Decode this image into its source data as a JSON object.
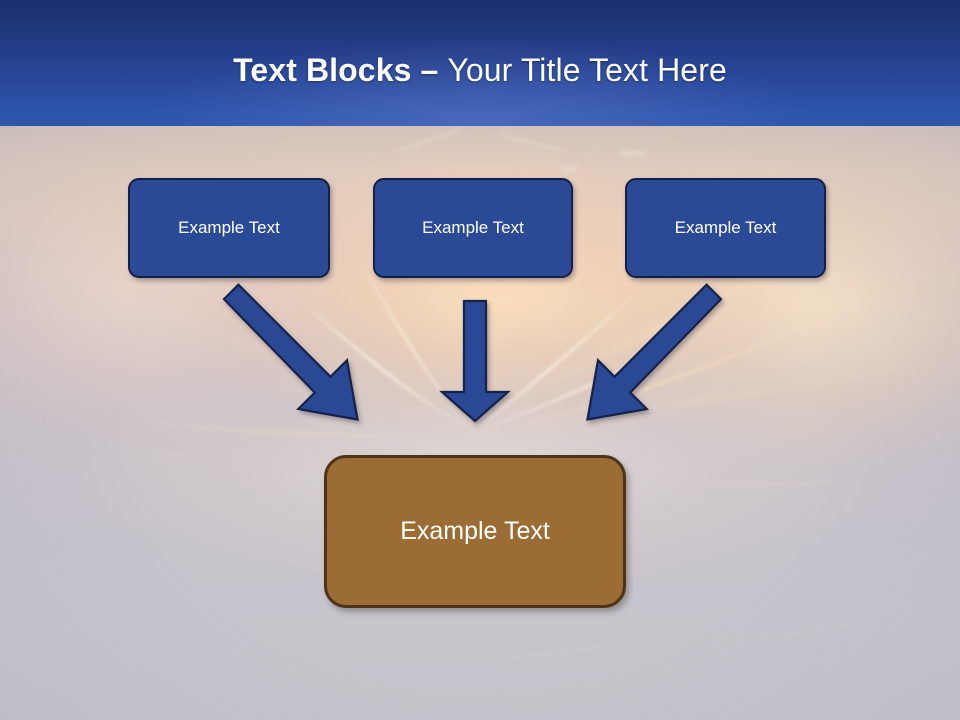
{
  "slide": {
    "title": {
      "strong": "Text Blocks ",
      "separator": "– ",
      "light": "Your Title Text Here"
    },
    "theme": {
      "title_band_top": "#1b2f6e",
      "title_band_bottom": "#3056ae",
      "node_blue_fill": "#2b4a95",
      "node_blue_border": "#15204a",
      "node_brown_fill": "#9b6c33",
      "node_brown_border": "#4d3318",
      "arrow_fill": "#2b4a95",
      "arrow_border": "#15204a",
      "text_color": "#ffffff",
      "background_base": "#c7c6cb"
    },
    "nodes": {
      "top": [
        {
          "id": "box-top-1",
          "label": "Example Text"
        },
        {
          "id": "box-top-2",
          "label": "Example Text"
        },
        {
          "id": "box-top-3",
          "label": "Example Text"
        }
      ],
      "bottom": {
        "id": "box-bottom",
        "label": "Example Text"
      }
    },
    "connectors": [
      {
        "name": "arrow-left-diagonal",
        "direction": "down-right",
        "from": "box-top-1",
        "to": "box-bottom"
      },
      {
        "name": "arrow-middle-vertical",
        "direction": "down",
        "from": "box-top-2",
        "to": "box-bottom"
      },
      {
        "name": "arrow-right-diagonal",
        "direction": "down-left",
        "from": "box-top-3",
        "to": "box-bottom"
      }
    ]
  }
}
